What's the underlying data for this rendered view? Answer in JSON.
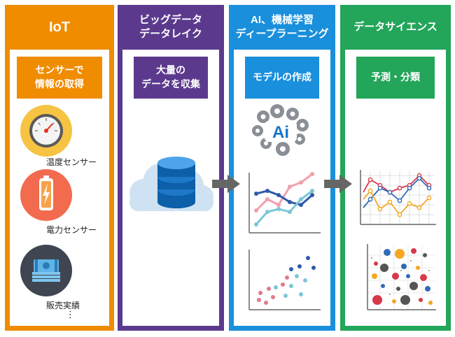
{
  "columns": [
    {
      "title": "IoT",
      "subtitle": "センサーで\n情報の取得",
      "color": "#f08c00"
    },
    {
      "title": "ビッグデータ\nデータレイク",
      "subtitle": "大量の\nデータを収集",
      "color": "#5b3a8e"
    },
    {
      "title": "AI、機械学習\nディープラーニング",
      "subtitle": "モデルの作成",
      "color": "#1a8fdc"
    },
    {
      "title": "データサイエンス",
      "subtitle": "予測・分類",
      "color": "#23a55a"
    }
  ],
  "sensors": [
    {
      "label": "温度センサー",
      "icon": "gauge-icon"
    },
    {
      "label": "電力センサー",
      "icon": "battery-icon"
    },
    {
      "label": "販売実績",
      "icon": "money-icon"
    }
  ],
  "ellipsis": "⋮",
  "ai_badge": "Ai"
}
